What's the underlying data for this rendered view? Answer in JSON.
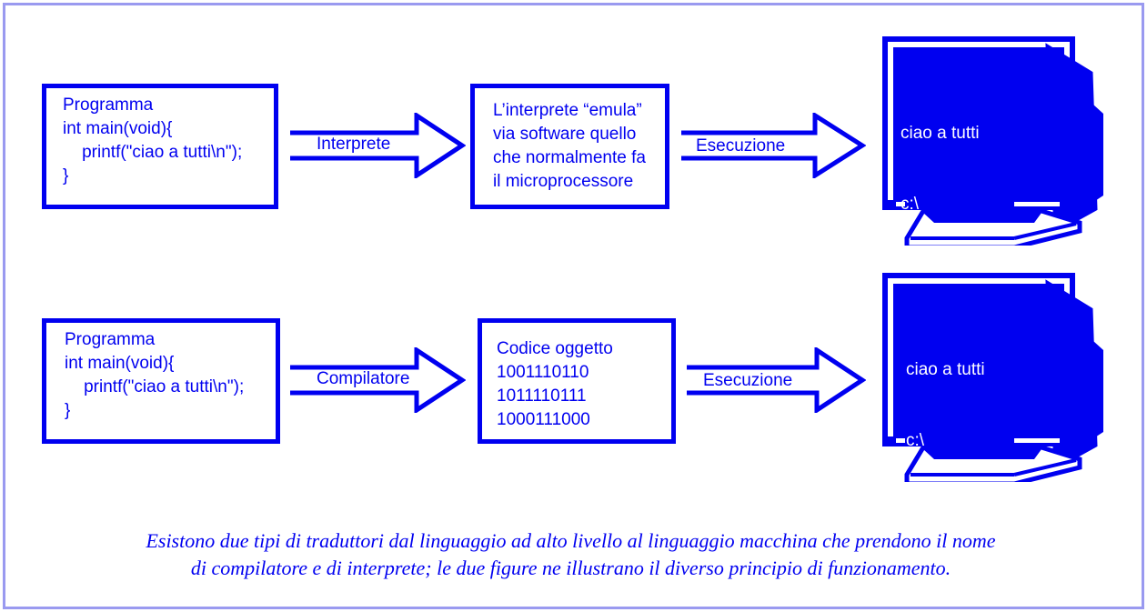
{
  "colors": {
    "accent": "#0000f0",
    "frame": "#9a9af0",
    "background": "#ffffff"
  },
  "interpreter_row": {
    "source_box": [
      "Programma",
      "",
      "int main(void){",
      "    printf(\"ciao a tutti\\n\");",
      "}"
    ],
    "arrow1_label": "Interprete",
    "middle_box": [
      "L’interprete “emula”",
      "via software quello",
      "che normalmente fa",
      "il microprocessore"
    ],
    "arrow2_label": "Esecuzione",
    "screen": [
      "ciao a tutti",
      "c:\\"
    ]
  },
  "compiler_row": {
    "source_box": [
      "Programma",
      "",
      "int main(void){",
      "    printf(\"ciao a tutti\\n\");",
      "}"
    ],
    "arrow1_label": "Compilatore",
    "middle_box": [
      "Codice oggetto",
      "1001110110",
      "1011110111",
      "1000111000"
    ],
    "arrow2_label": "Esecuzione",
    "screen": [
      "ciao a tutti",
      "c:\\"
    ]
  },
  "caption": [
    "Esistono due tipi di traduttori dal linguaggio ad alto livello al linguaggio macchina che prendono il nome",
    "di compilatore e di interprete; le due figure ne illustrano il diverso principio di funzionamento."
  ],
  "icons": {
    "monitor": "crt-monitor-icon",
    "arrow": "right-arrow-icon"
  }
}
